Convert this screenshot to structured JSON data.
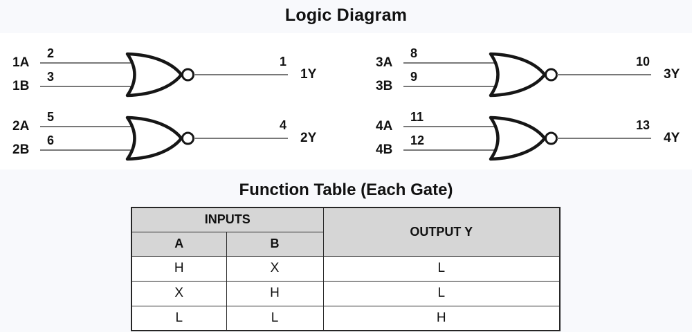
{
  "page": {
    "title": "Logic Diagram",
    "table_title": "Function Table (Each Gate)"
  },
  "gates": [
    {
      "input_a": {
        "label": "1A",
        "pin": "2"
      },
      "input_b": {
        "label": "1B",
        "pin": "3"
      },
      "output": {
        "label": "1Y",
        "pin": "1"
      }
    },
    {
      "input_a": {
        "label": "2A",
        "pin": "5"
      },
      "input_b": {
        "label": "2B",
        "pin": "6"
      },
      "output": {
        "label": "2Y",
        "pin": "4"
      }
    },
    {
      "input_a": {
        "label": "3A",
        "pin": "8"
      },
      "input_b": {
        "label": "3B",
        "pin": "9"
      },
      "output": {
        "label": "3Y",
        "pin": "10"
      }
    },
    {
      "input_a": {
        "label": "4A",
        "pin": "11"
      },
      "input_b": {
        "label": "4B",
        "pin": "12"
      },
      "output": {
        "label": "4Y",
        "pin": "13"
      }
    }
  ],
  "function_table": {
    "inputs_header": "INPUTS",
    "output_header": "OUTPUT Y",
    "columns": [
      "A",
      "B"
    ],
    "rows": [
      [
        "H",
        "X",
        "L"
      ],
      [
        "X",
        "H",
        "L"
      ],
      [
        "L",
        "L",
        "H"
      ]
    ]
  },
  "icons": {
    "gate": "nor-gate-icon"
  },
  "colors": {
    "ink": "#111111",
    "wire": "#787878",
    "band_background": "#f8f9fc",
    "table_header_background": "#d6d6d6",
    "table_border": "#262626"
  }
}
